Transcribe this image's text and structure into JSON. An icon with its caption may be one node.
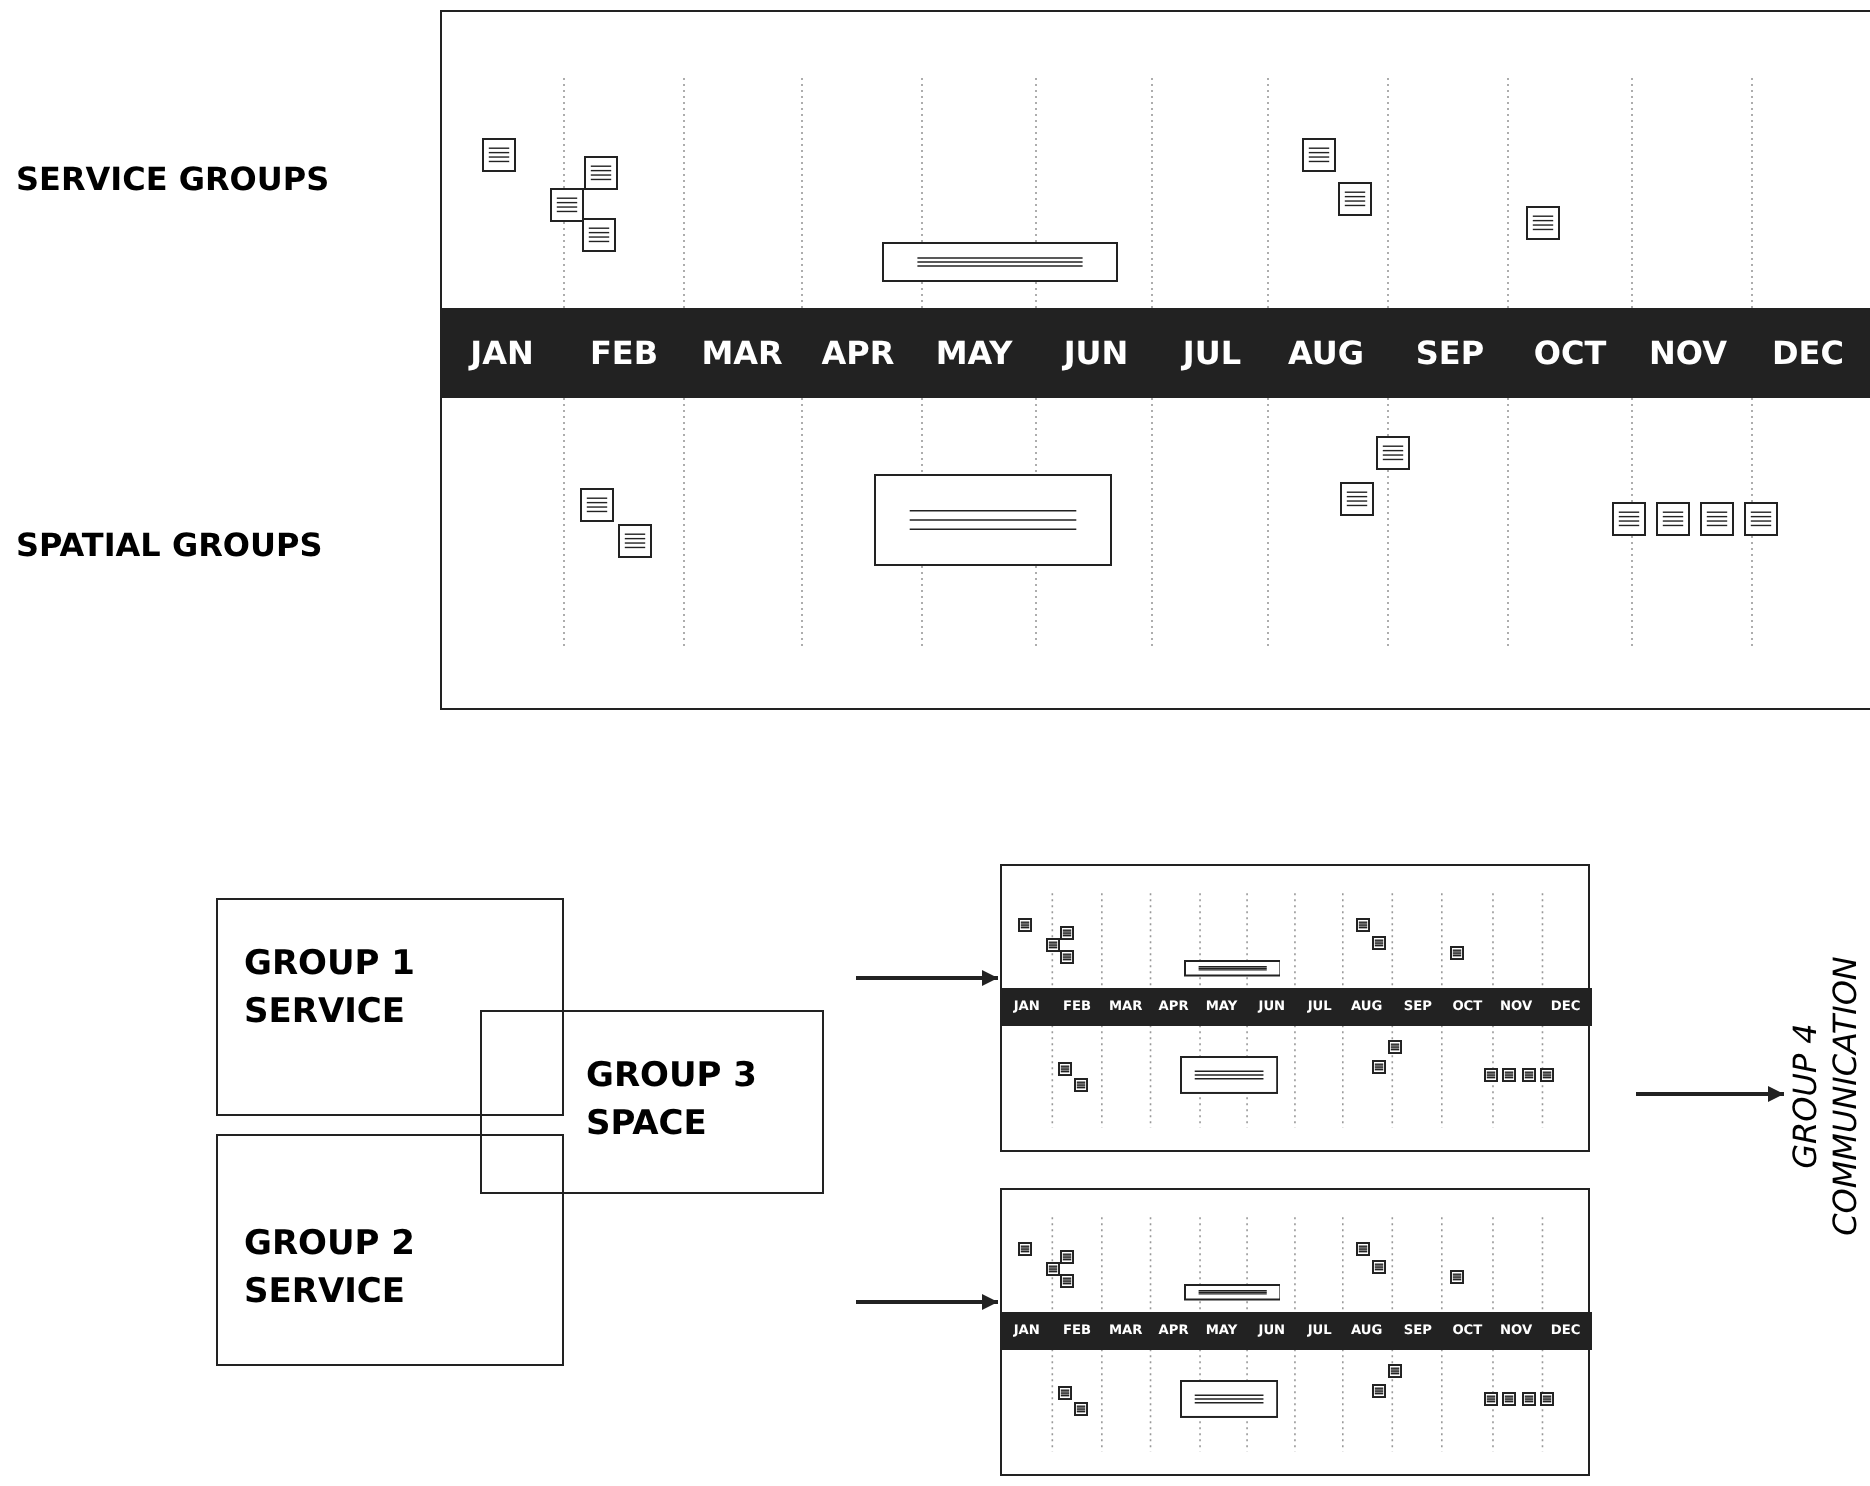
{
  "diagram": {
    "nodes": [
      {
        "text": [
          "JAN",
          "FEB",
          "MAR",
          "APR",
          "MAY",
          "JUN",
          "JUL",
          "AUG",
          "SEP",
          "OCT",
          "NOV",
          "DEC"
        ]
      },
      {
        "text": [
          "GROUP 1 SERVICE"
        ]
      },
      {
        "text": [
          "GROUP 3 SPACE"
        ]
      },
      {
        "text": [
          "GROUP 2 SERVICE"
        ]
      },
      {
        "text": [],
        "shape": "box"
      },
      {
        "text": [
          "JAN",
          "FEB",
          "MAR",
          "APR",
          "MAY",
          "JUN",
          "JUL",
          "AUG",
          "SEP",
          "OCT",
          "NOV",
          "DEC"
        ],
        "in": 4
      },
      {
        "text": [],
        "shape": "box"
      },
      {
        "text": [
          "JAN",
          "FEB",
          "MAR",
          "APR",
          "MAY",
          "JUN",
          "JUL",
          "AUG",
          "SEP",
          "OCT",
          "NOV",
          "DEC"
        ],
        "in": 6
      },
      {
        "text": [
          "GROUP 4 COMMUNICATION"
        ]
      }
    ],
    "edges": [
      {
        "from": null,
        "to": 4,
        "arrow": "to"
      },
      {
        "from": null,
        "to": 6,
        "arrow": "to"
      },
      {
        "from": null,
        "to": 8,
        "arrow": "to"
      }
    ],
    "labels": [
      "SERVICE GROUPS",
      "SPATIAL GROUPS"
    ]
  }
}
